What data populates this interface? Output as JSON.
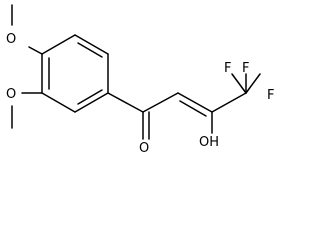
{
  "molecule": {
    "labels": {
      "methoxy_top": "O",
      "methoxy_bottom": "O",
      "carbonyl_oxygen": "O",
      "hydroxyl": "OH",
      "fluorine_left": "F",
      "fluorine_top": "F",
      "fluorine_right": "F"
    },
    "colors": {
      "bond": "#000000",
      "label": "#000000",
      "background": "#ffffff"
    }
  }
}
